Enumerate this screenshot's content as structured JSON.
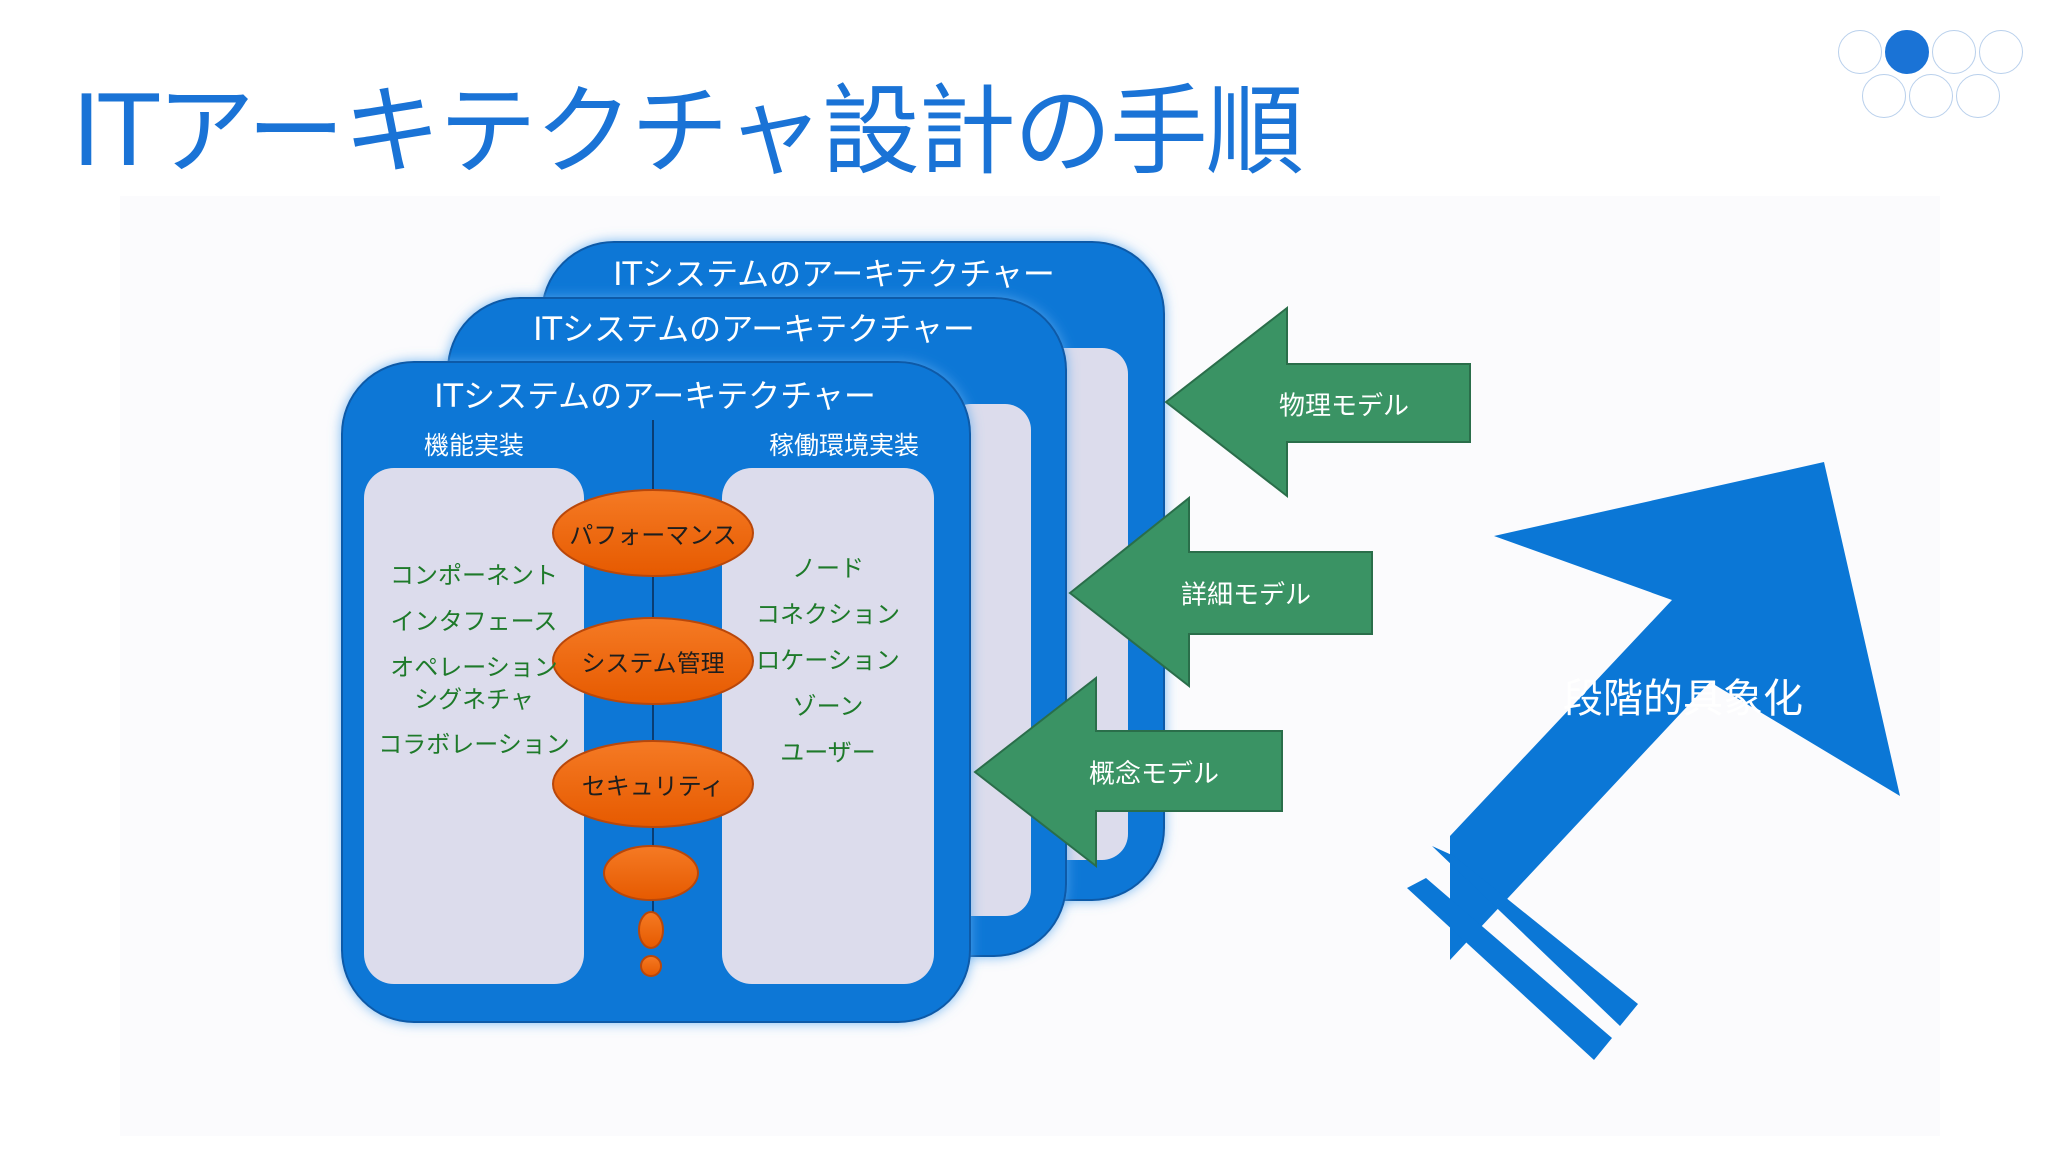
{
  "slide": {
    "title": "ITアーキテクチャ設計の手順"
  },
  "colors": {
    "accent": "#1a73d6",
    "panel_blue": "#0b77d6",
    "inner_panel": "#dcdcec",
    "oval_orange": "#f06a0c",
    "arrow_green": "#3a9364",
    "item_green": "#1e7a2a"
  },
  "layers": [
    {
      "title": "ITシステムのアーキテクチャー"
    },
    {
      "title": "ITシステムのアーキテクチャー"
    },
    {
      "title": "ITシステムのアーキテクチャー"
    }
  ],
  "front": {
    "left_header": "機能実装",
    "right_header": "稼働環境実装",
    "left_items": [
      "コンポーネント",
      "インタフェース",
      "オペレーション",
      "シグネチャ",
      "コラボレーション"
    ],
    "right_items": [
      "ノード",
      "コネクション",
      "ロケーション",
      "ゾーン",
      "ユーザー"
    ],
    "ovals": [
      "パフォーマンス",
      "システム管理",
      "セキュリティ"
    ]
  },
  "arrows": [
    {
      "label": "物理モデル"
    },
    {
      "label": "詳細モデル"
    },
    {
      "label": "概念モデル"
    }
  ],
  "big_arrow": {
    "label": "段階的具象化"
  },
  "nav_icons": [
    "nav-circle",
    "nav-circle-active"
  ]
}
